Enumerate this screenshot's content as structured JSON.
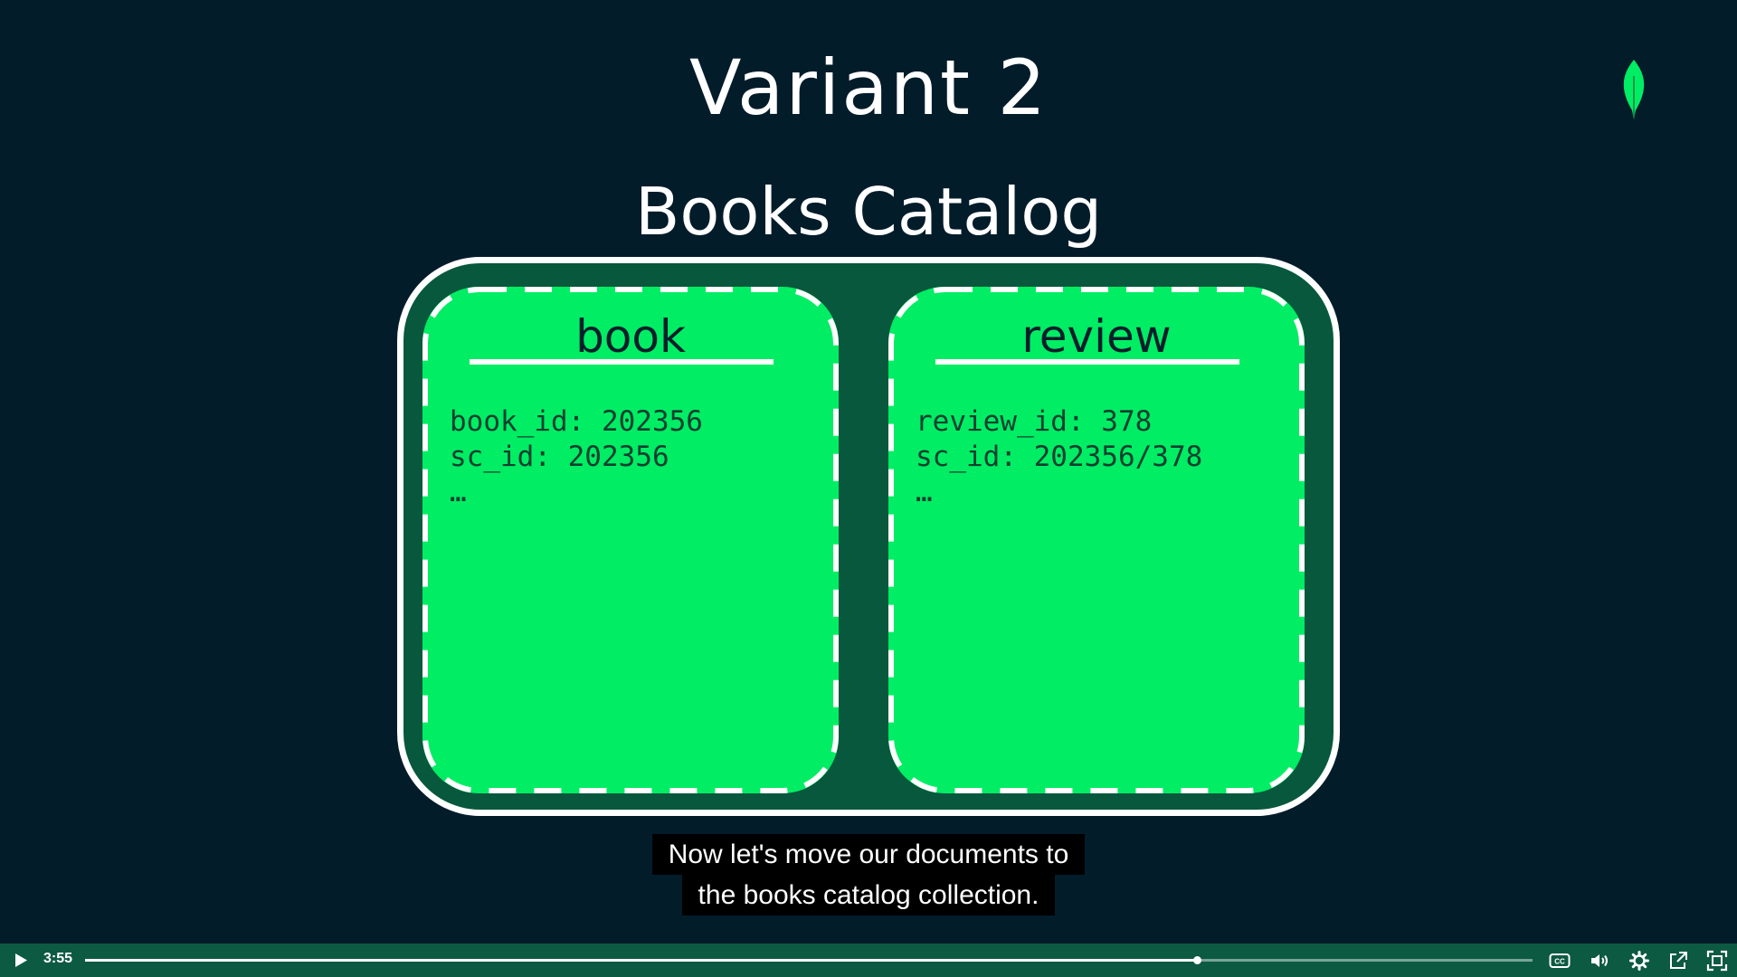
{
  "slide": {
    "title": "Variant 2",
    "collection_title": "Books Catalog",
    "documents": [
      {
        "name": "book",
        "fields": [
          "book_id: 202356",
          "sc_id: 202356",
          "…"
        ]
      },
      {
        "name": "review",
        "fields": [
          "review_id: 378",
          "sc_id: 202356/378",
          "…"
        ]
      }
    ]
  },
  "captions": {
    "line1": "Now let's move our documents to",
    "line2": "the books catalog collection."
  },
  "player": {
    "current_time": "3:55",
    "progress_fraction": 0.768
  },
  "icons": {
    "logo": "mongodb-leaf-icon",
    "play": "play-icon",
    "captions": "closed-captions-icon",
    "volume": "volume-icon",
    "settings": "gear-icon",
    "share": "share-icon",
    "fullscreen": "fullscreen-icon"
  },
  "colors": {
    "background": "#031c2a",
    "collection_fill": "#07583d",
    "document_fill": "#00ed64",
    "control_bar": "#0d5a42"
  }
}
